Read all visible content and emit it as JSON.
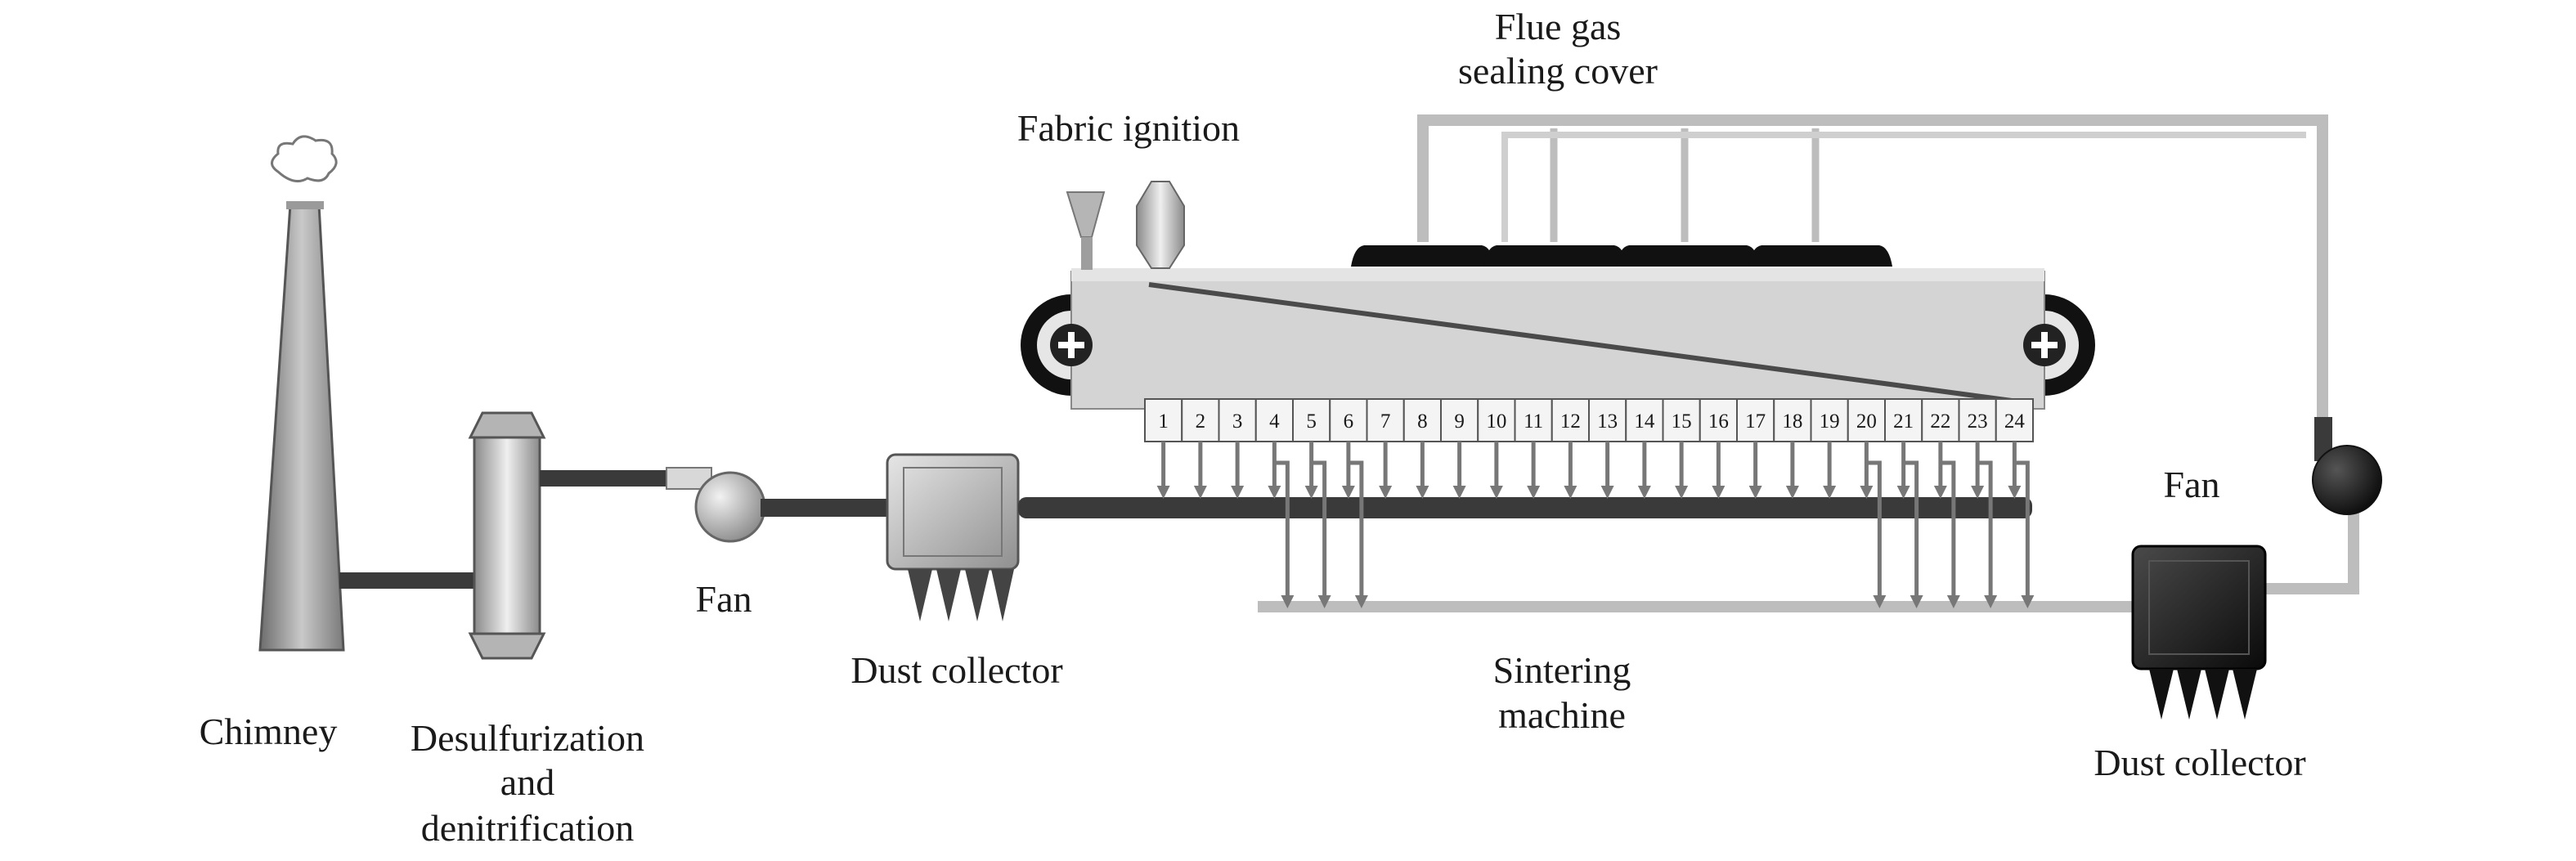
{
  "labels": {
    "flue_gas_line1": "Flue gas",
    "flue_gas_line2": "sealing cover",
    "fabric_ignition": "Fabric ignition",
    "fan_right": "Fan",
    "fan_left": "Fan",
    "dust_collector_left": "Dust collector",
    "sintering_line1": "Sintering",
    "sintering_line2": "machine",
    "dust_collector_right": "Dust collector",
    "chimney": "Chimney",
    "desulf_line1": "Desulfurization",
    "desulf_line2": "and",
    "desulf_line3": "denitrification"
  },
  "bellows": [
    "1",
    "2",
    "3",
    "4",
    "5",
    "6",
    "7",
    "8",
    "9",
    "10",
    "11",
    "12",
    "13",
    "14",
    "15",
    "16",
    "17",
    "18",
    "19",
    "20",
    "21",
    "22",
    "23",
    "24"
  ],
  "recirculated_bellows": [
    "4",
    "5",
    "6",
    "20",
    "21",
    "22",
    "23",
    "24"
  ],
  "colors": {
    "pipe_dark": "#3a3a3a",
    "pipe_light": "#bdbdbd",
    "machine_body": "#d4d4d4",
    "cover_black": "#111111",
    "equipment_gray": "#a8a8a8"
  }
}
